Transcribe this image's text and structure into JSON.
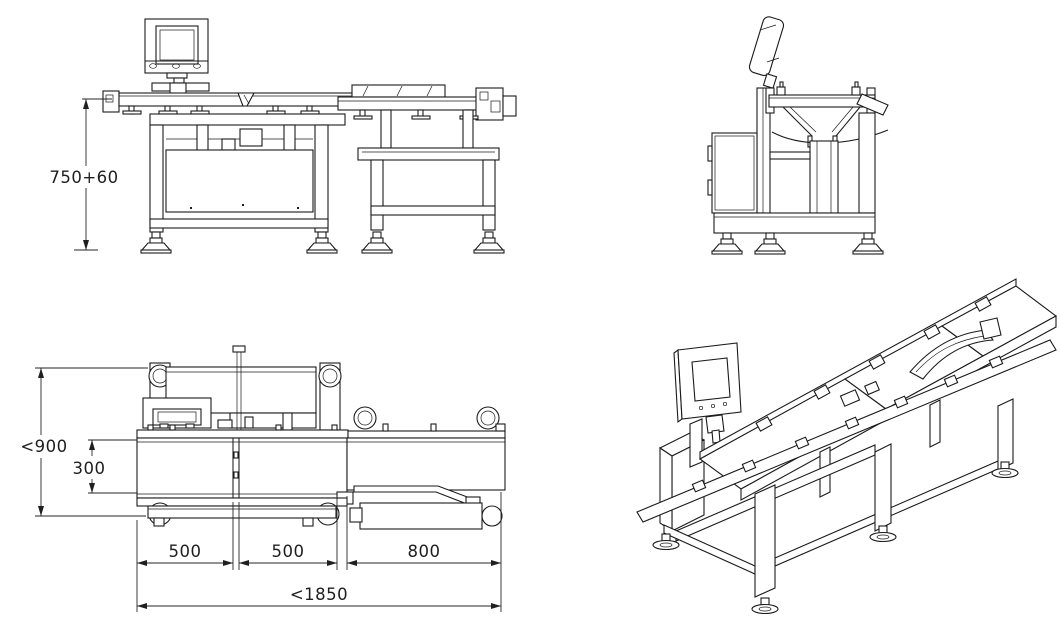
{
  "dims": {
    "front_height": "750+60",
    "overall_width": "<900",
    "belt_width": "300",
    "section_1": "500",
    "section_2": "500",
    "section_3": "800",
    "overall_length": "<1850"
  }
}
